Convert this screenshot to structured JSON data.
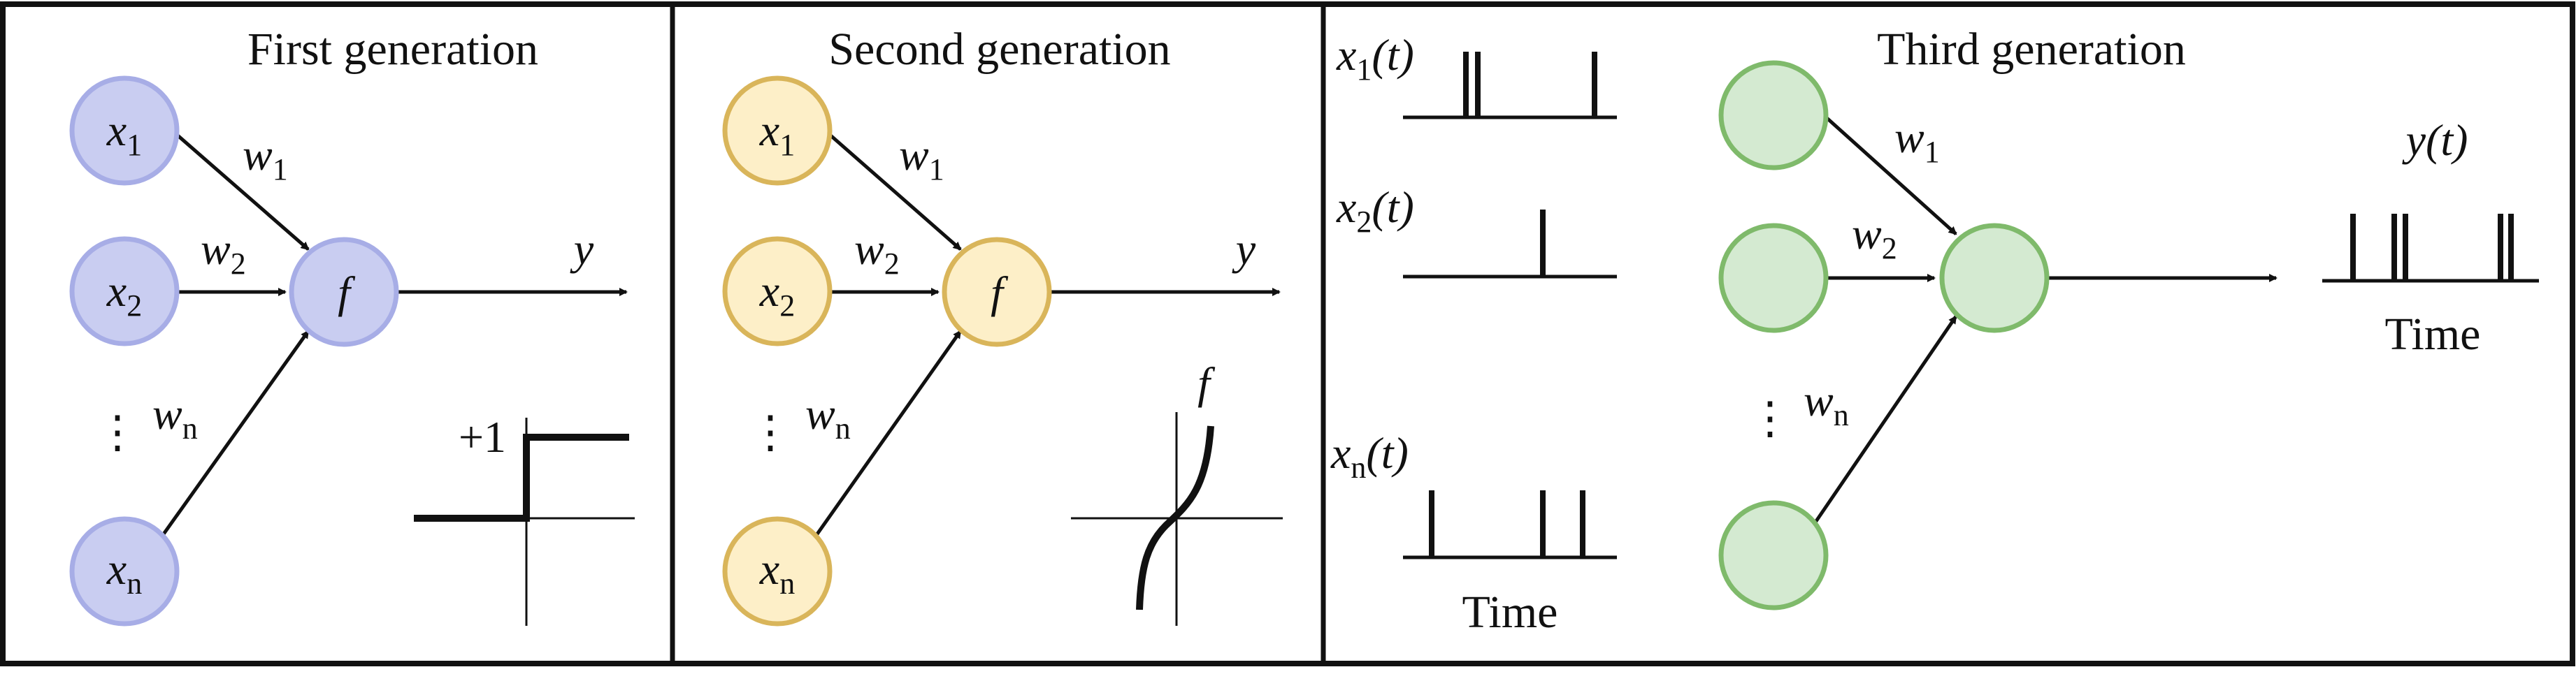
{
  "panels": [
    {
      "title": "First generation",
      "inputs": [
        {
          "var": "x",
          "sub": "1"
        },
        {
          "var": "x",
          "sub": "2"
        },
        {
          "var": "x",
          "sub": "n"
        }
      ],
      "weights": [
        {
          "var": "w",
          "sub": "1"
        },
        {
          "var": "w",
          "sub": "2"
        },
        {
          "var": "w",
          "sub": "n"
        }
      ],
      "ellipsis": "⋮",
      "neuron_label": "f",
      "output_label": "y",
      "activation_label": "+1",
      "activation_type": "step"
    },
    {
      "title": "Second generation",
      "inputs": [
        {
          "var": "x",
          "sub": "1"
        },
        {
          "var": "x",
          "sub": "2"
        },
        {
          "var": "x",
          "sub": "n"
        }
      ],
      "weights": [
        {
          "var": "w",
          "sub": "1"
        },
        {
          "var": "w",
          "sub": "2"
        },
        {
          "var": "w",
          "sub": "n"
        }
      ],
      "ellipsis": "⋮",
      "neuron_label": "f",
      "output_label": "y",
      "activation_label": "f",
      "activation_type": "sigmoid"
    },
    {
      "title": "Third generation",
      "spike_inputs": [
        {
          "var": "x",
          "sub": "1",
          "suffix": "(t)"
        },
        {
          "var": "x",
          "sub": "2",
          "suffix": "(t)"
        },
        {
          "var": "x",
          "sub": "n",
          "suffix": "(t)"
        }
      ],
      "weights": [
        {
          "var": "w",
          "sub": "1"
        },
        {
          "var": "w",
          "sub": "2"
        },
        {
          "var": "w",
          "sub": "n"
        }
      ],
      "ellipsis": "⋮",
      "output_label": "y(t)",
      "time_label": "Time"
    }
  ],
  "colors": {
    "gen1_fill": "#c9cdf1",
    "gen1_stroke": "#a7ade6",
    "gen2_fill": "#fdefc8",
    "gen2_stroke": "#d9b55a",
    "gen3_fill": "#d4ead1",
    "gen3_stroke": "#7fba6b",
    "line": "#111111"
  }
}
